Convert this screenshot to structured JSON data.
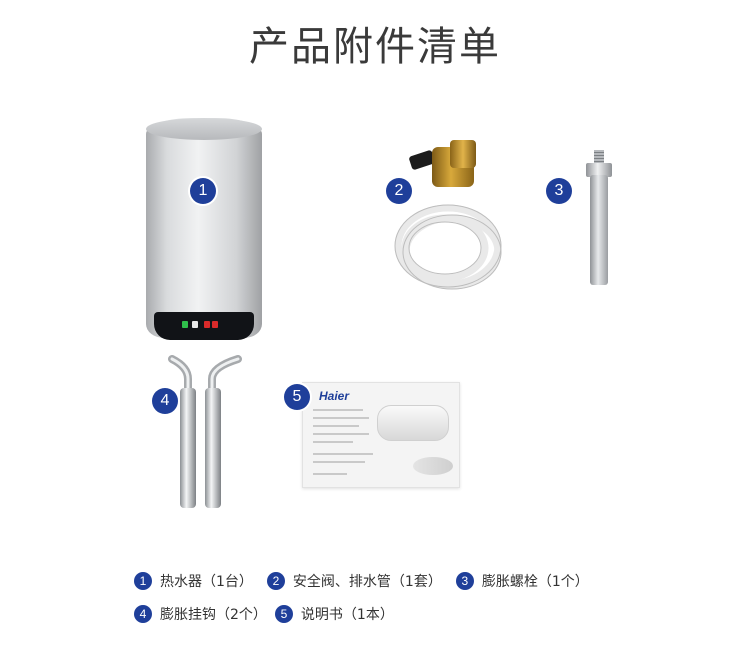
{
  "title": "产品附件清单",
  "accent_color": "#1f3f9a",
  "items": [
    {
      "number": "1",
      "icon": "water-heater-icon"
    },
    {
      "number": "2",
      "icon": "safety-valve-and-hose-icon"
    },
    {
      "number": "3",
      "icon": "expansion-bolt-icon"
    },
    {
      "number": "4",
      "icon": "expansion-hook-icon"
    },
    {
      "number": "5",
      "icon": "manual-icon"
    }
  ],
  "manual_brand": "Haier",
  "legend": {
    "row1": [
      {
        "number": "1",
        "label": "热水器（1台）"
      },
      {
        "number": "2",
        "label": "安全阀、排水管（1套）"
      },
      {
        "number": "3",
        "label": "膨胀螺栓（1个）"
      }
    ],
    "row2": [
      {
        "number": "4",
        "label": "膨胀挂钩（2个）"
      },
      {
        "number": "5",
        "label": "说明书（1本）"
      }
    ]
  }
}
